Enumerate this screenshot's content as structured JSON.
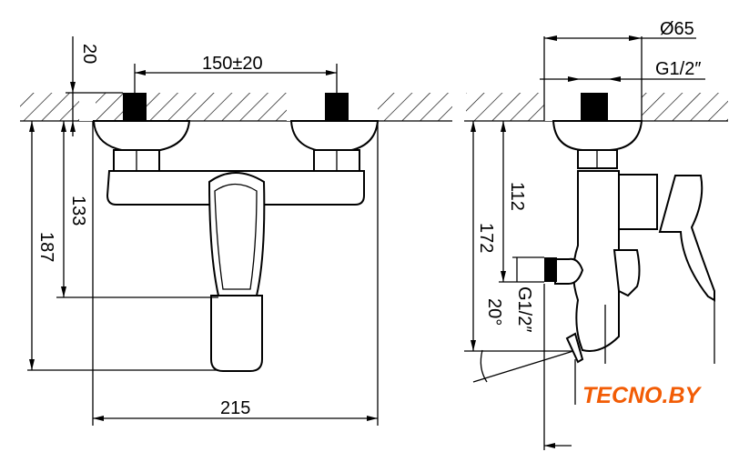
{
  "front_view": {
    "dim_depth": "20",
    "dim_spacing": "150±20",
    "dim_handle_height": "133",
    "dim_outlet_height": "187",
    "dim_width": "215"
  },
  "side_view": {
    "dim_flange": "Ø65",
    "dim_inlet_thread": "G1/2″",
    "dim_upper": "112",
    "dim_lower": "172",
    "dim_outlet_thread": "G1/2″",
    "dim_angle": "20°"
  },
  "logo": {
    "text": "TECNO.BY",
    "color": "#f25c05"
  }
}
